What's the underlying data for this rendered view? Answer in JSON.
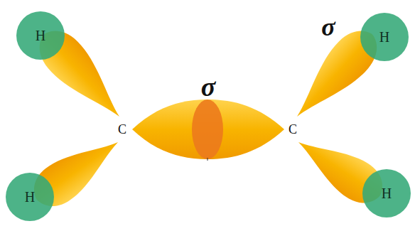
{
  "diagram": {
    "nodes": [
      {
        "text": [
          "H"
        ]
      },
      {
        "text": [
          "H"
        ]
      },
      {
        "text": [
          "H"
        ]
      },
      {
        "text": [
          "H"
        ]
      }
    ],
    "labels": [
      "σ",
      "σ",
      "C",
      "C"
    ]
  }
}
